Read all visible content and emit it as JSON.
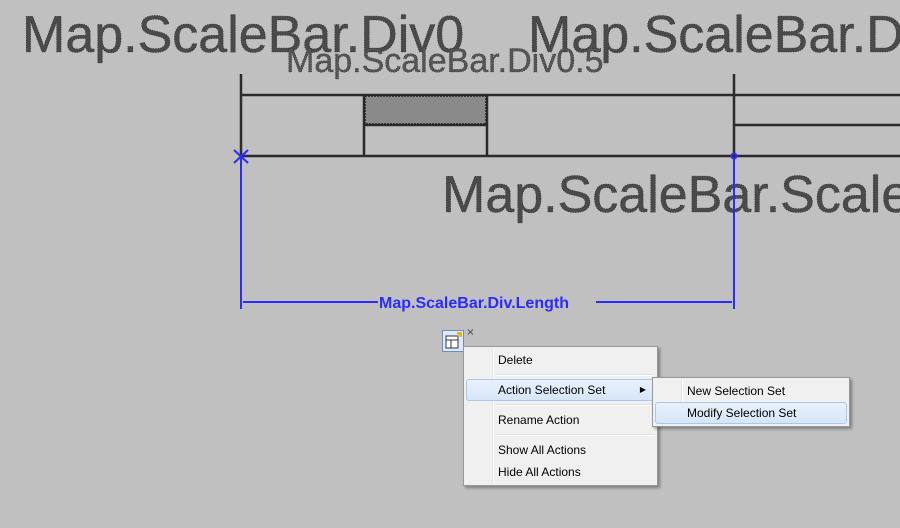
{
  "drawing": {
    "scalebar_div0_label": "Map.ScaleBar.Div0",
    "scalebar_d_label": "Map.ScaleBar.D",
    "scalebar_div05_label": "Map.ScaleBar.Div0.5",
    "scalebar_scale_label": "Map.ScaleBar.Scale",
    "dimension_label": "Map.ScaleBar.Div.Length",
    "line_color": "#2b2b2b",
    "dimension_color": "#2b2bff",
    "background_color": "#c0c0c0"
  },
  "action_grip": {
    "icon": "action-block-icon",
    "close_glyph": "×"
  },
  "context_menu": {
    "items": [
      {
        "label": "Delete"
      },
      {
        "label": "Action Selection Set"
      },
      {
        "label": "Rename Action"
      },
      {
        "label": "Show All Actions"
      },
      {
        "label": "Hide All Actions"
      }
    ]
  },
  "submenu": {
    "items": [
      {
        "label": "New Selection Set"
      },
      {
        "label": "Modify Selection Set"
      }
    ]
  }
}
